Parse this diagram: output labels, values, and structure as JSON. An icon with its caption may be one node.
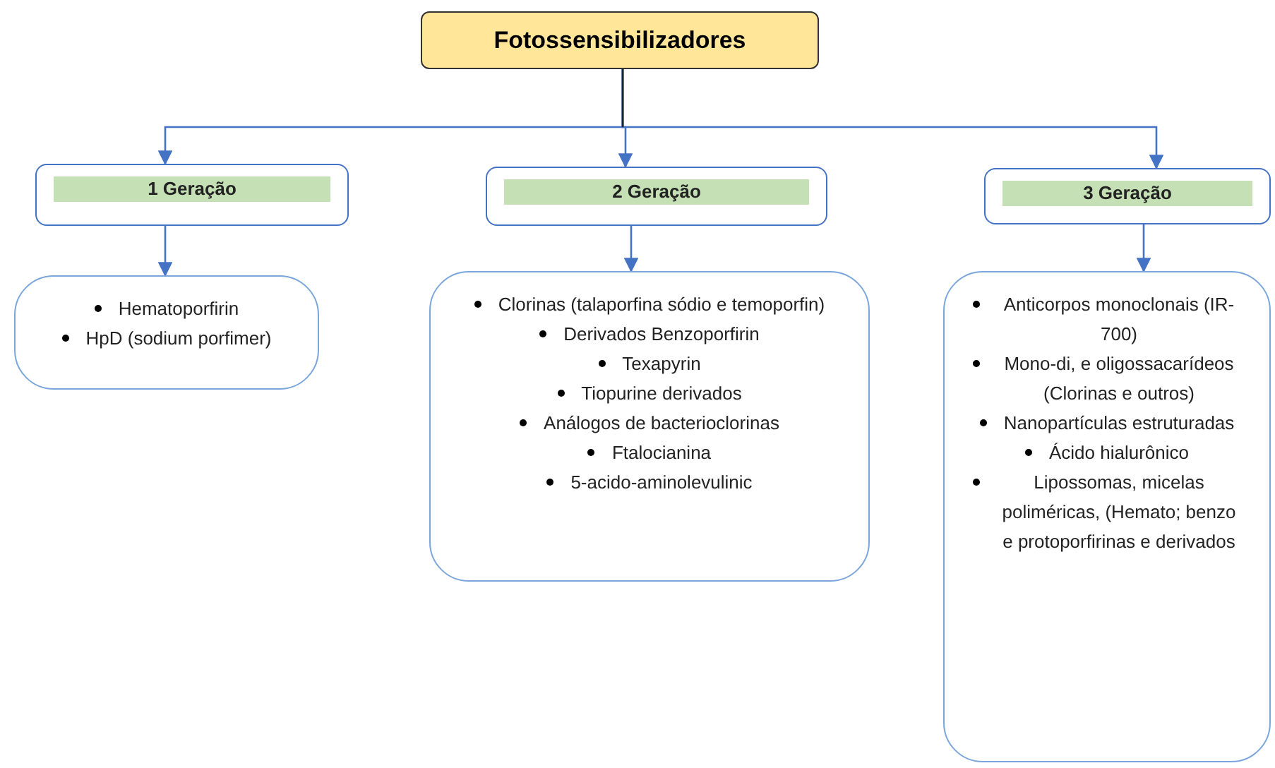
{
  "diagram": {
    "nodes": [
      {
        "text": [
          "Fotossensibilizadores"
        ]
      },
      {
        "text": [
          "1 Geração"
        ]
      },
      {
        "text": [
          "2 Geração"
        ]
      },
      {
        "text": [
          "3 Geração"
        ]
      },
      {
        "text": [
          "Hematoporfirin",
          "HpD (sodium porfimer)"
        ]
      },
      {
        "text": [
          "Clorinas (talaporfina sódio e temoporfin)",
          "Derivados Benzoporfirin",
          "Texapyrin",
          "Tiopurine derivados",
          "Análogos de bacterioclorinas",
          "Ftalocianina",
          "5-acido-aminolevulinic"
        ]
      },
      {
        "text": [
          "Anticorpos monoclonais (IR-700)",
          "Mono-di, e oligossacarídeos (Clorinas e outros)",
          "Nanopartículas estruturadas",
          "Ácido hialurônico",
          "Lipossomas, micelas poliméricas, (Hemato; benzo e protoporfirinas e derivados"
        ]
      }
    ],
    "edges": [
      {
        "from": 0,
        "to": 1,
        "arrow": "to"
      },
      {
        "from": 0,
        "to": 2,
        "arrow": "to"
      },
      {
        "from": 0,
        "to": 3,
        "arrow": "to"
      },
      {
        "from": 1,
        "to": 4,
        "arrow": "to"
      },
      {
        "from": 2,
        "to": 5,
        "arrow": "to"
      },
      {
        "from": 3,
        "to": 6,
        "arrow": "to"
      }
    ]
  }
}
